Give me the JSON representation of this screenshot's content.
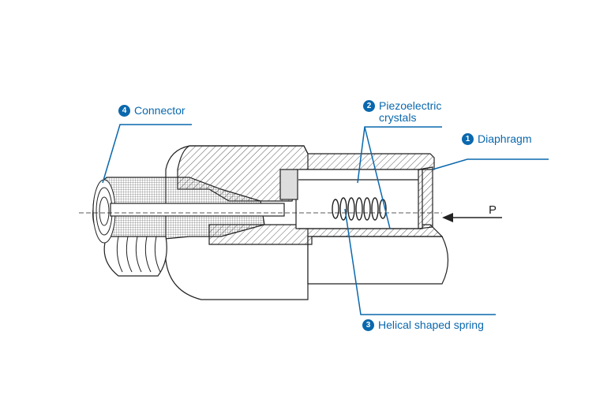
{
  "title": "Piezoelectric pressure sensor cross-section",
  "labels": [
    {
      "number": "1",
      "text": "Diaphragm"
    },
    {
      "number": "2",
      "text_line1": "Piezoelectric",
      "text_line2": "crystals"
    },
    {
      "number": "3",
      "text": "Helical shaped spring"
    },
    {
      "number": "4",
      "text": "Connector"
    }
  ],
  "pressure_label": "P",
  "colors": {
    "accent": "#0a68ad",
    "drawing": "#222222"
  }
}
